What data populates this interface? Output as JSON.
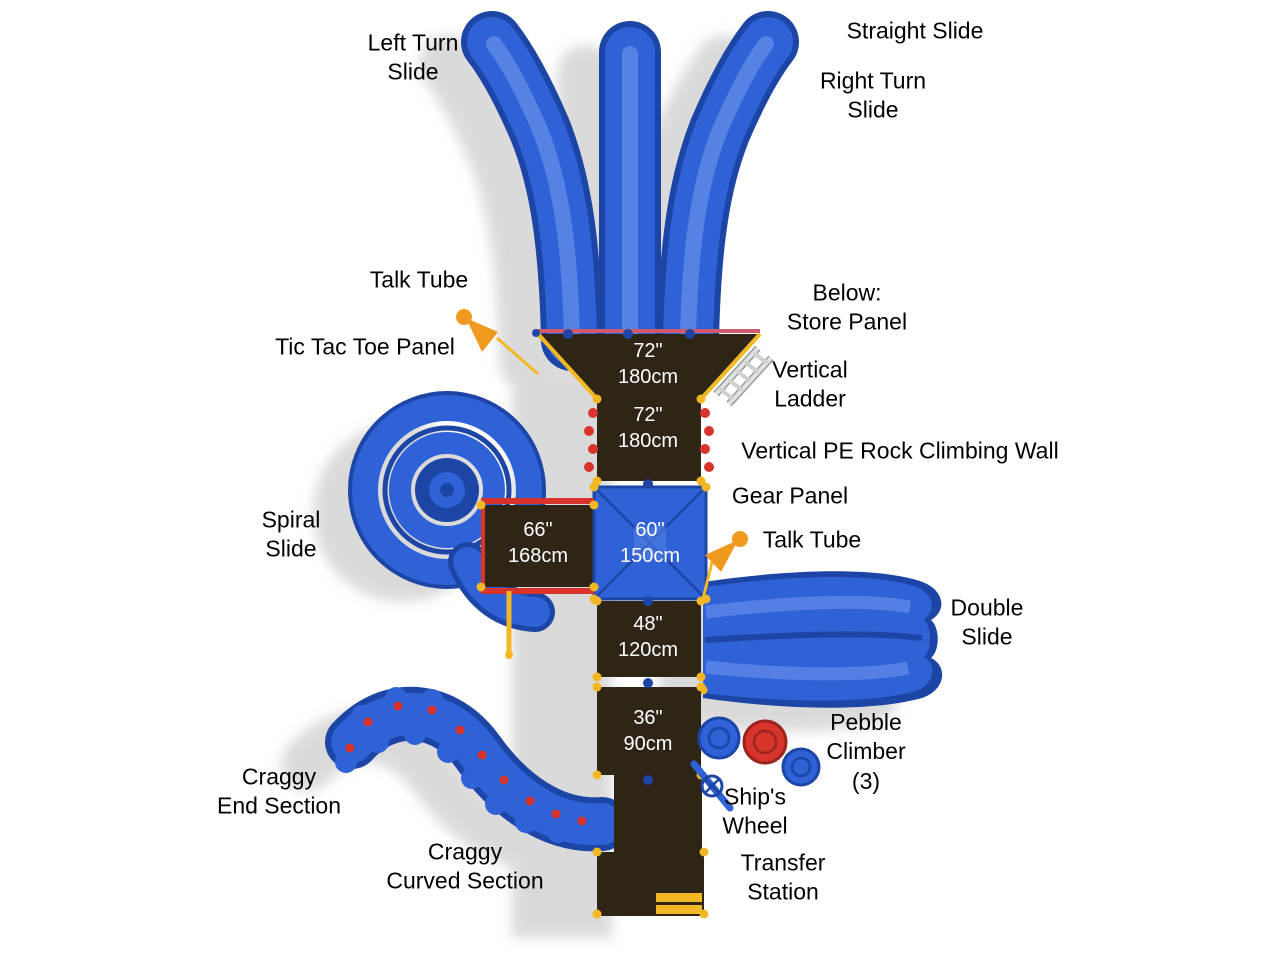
{
  "diagram": {
    "labels": {
      "left_turn_slide": "Left Turn\nSlide",
      "straight_slide": "Straight Slide",
      "right_turn_slide": "Right Turn\nSlide",
      "talk_tube_upper": "Talk Tube",
      "below_store_panel": "Below:\nStore Panel",
      "tic_tac_toe_panel": "Tic Tac Toe Panel",
      "vertical_ladder": "Vertical\nLadder",
      "rock_climbing_wall": "Vertical PE Rock Climbing Wall",
      "gear_panel": "Gear Panel",
      "spiral_slide": "Spiral\nSlide",
      "talk_tube_lower": "Talk Tube",
      "double_slide": "Double\nSlide",
      "pebble_climber": "Pebble\nClimber\n(3)",
      "ships_wheel": "Ship's\nWheel",
      "craggy_end_section": "Craggy\nEnd Section",
      "craggy_curved_section": "Craggy\nCurved Section",
      "transfer_station": "Transfer\nStation"
    },
    "deck_heights": {
      "deck_72_a": "72\"\n180cm",
      "deck_72_b": "72\"\n180cm",
      "deck_66": "66\"\n168cm",
      "deck_60": "60\"\n150cm",
      "deck_48": "48\"\n120cm",
      "deck_36": "36\"\n90cm"
    },
    "colors": {
      "slide_blue": "#2e62d6",
      "slide_blue_dark": "#1c45a6",
      "slide_blue_light": "#5b86e8",
      "deck_brown": "#2e2517",
      "accent_yellow": "#f2b824",
      "accent_red": "#d8342c",
      "accent_red_dark": "#9c241e",
      "accent_orange": "#f0991f",
      "shadow_gray": "#bdbdbd",
      "pink_rail": "#cf5a6e",
      "label_black": "#000000",
      "deck_text_white": "#ffffff"
    }
  }
}
